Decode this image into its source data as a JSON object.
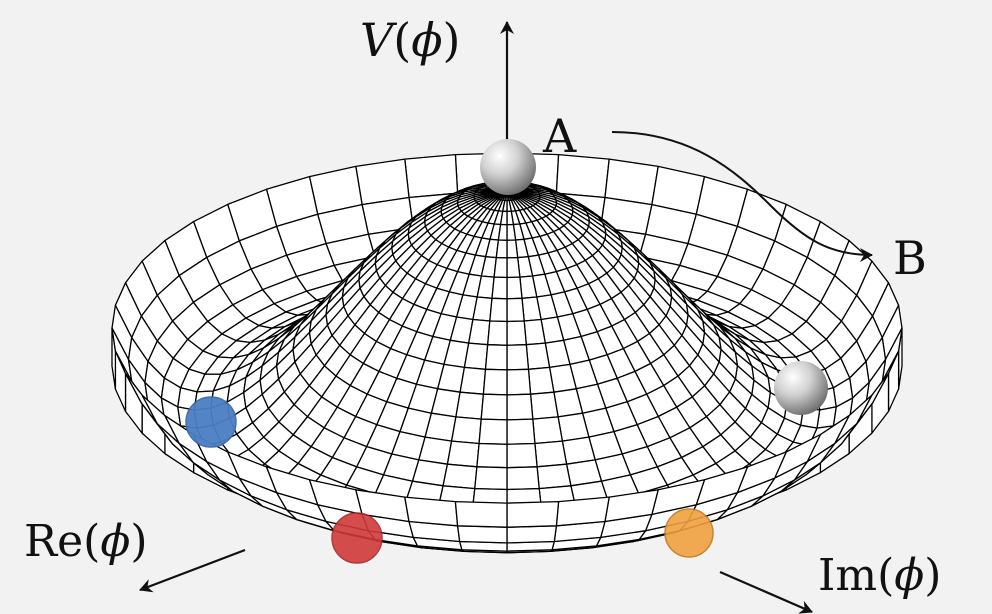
{
  "labels": {
    "v_axis": {
      "fn": "V",
      "open": "(",
      "arg": "ϕ",
      "close": ")"
    },
    "re_axis": {
      "fn": "Re",
      "open": "(",
      "arg": "ϕ",
      "close": ")"
    },
    "im_axis": {
      "fn": "Im",
      "open": "(",
      "arg": "ϕ",
      "close": ")"
    },
    "point_a": "A",
    "point_b": "B"
  },
  "colors": {
    "background": "#f2f2f2",
    "mesh_line": "#000000",
    "surface_fill": "#ffffff",
    "ball_blue": "#4a7fc4",
    "ball_red": "#d03a3a",
    "ball_orange": "#f0a040",
    "ball_gray": "#9a9a9a"
  },
  "balls": [
    {
      "name": "ball-top-gray",
      "color": "gray"
    },
    {
      "name": "ball-right-gray",
      "color": "gray"
    },
    {
      "name": "ball-blue",
      "color": "blue"
    },
    {
      "name": "ball-red",
      "color": "red"
    },
    {
      "name": "ball-orange",
      "color": "orange"
    }
  ]
}
